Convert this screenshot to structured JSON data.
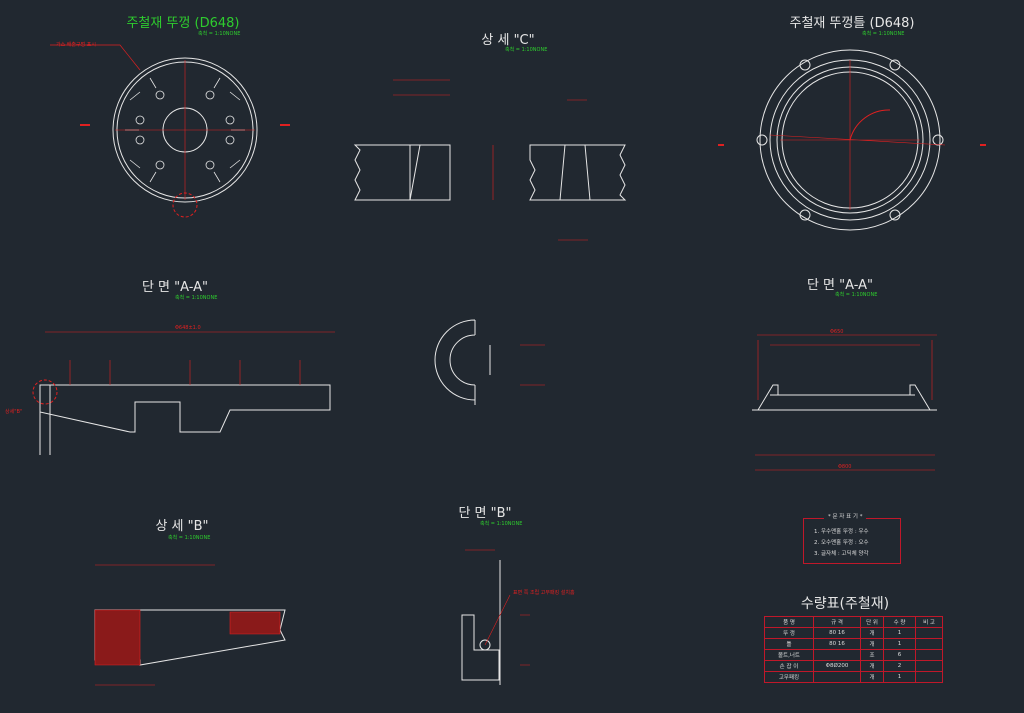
{
  "titles": {
    "cover": "주철재 뚜껑 (D648)",
    "detail_c": "상 세 \"C\"",
    "frame": "주철재 뚜껑틀 (D648)",
    "section_aa_left": "단 면 \"A-A\"",
    "section_aa_right": "단 면 \"A-A\"",
    "detail_b": "상 세 \"B\"",
    "section_b": "단 면 \"B\"",
    "quantity": "수량표(주철재)"
  },
  "scale_label": "축척 = 1:10NONE",
  "annotations": {
    "cover_note": "가스 배출구멍 표시",
    "detail_b_ref": "상세\"B\"",
    "section_b_note": "표면 쪽 조립 고무패킹 설치홈",
    "dim_648": "Φ648±1.0",
    "dim_650": "Φ650",
    "dim_800": "Φ800"
  },
  "legend": {
    "title": "* 문 자 표 기 *",
    "items": [
      "1. 우수맨홀 뚜껑  :  우수",
      "2. 오수맨홀 뚜껑  :  오수",
      "3. 글자체  :  고딕체 양각"
    ]
  },
  "quantity_table": {
    "headers": [
      "품 명",
      "규 격",
      "단 위",
      "수 량",
      "비 고"
    ],
    "rows": [
      [
        "뚜 껑",
        "80 16",
        "개",
        "1",
        ""
      ],
      [
        "틀",
        "80 16",
        "개",
        "1",
        ""
      ],
      [
        "볼트,너트",
        "",
        "조",
        "6",
        ""
      ],
      [
        "손 잡 이",
        "Φ8Ø200",
        "개",
        "2",
        ""
      ],
      [
        "고무패킹",
        "",
        "개",
        "1",
        ""
      ]
    ]
  },
  "colors": {
    "background": "#212830",
    "line": "#e6e6e6",
    "dimension": "#e02020",
    "title_green": "#2ecc2e",
    "table_border": "#c0182a"
  }
}
